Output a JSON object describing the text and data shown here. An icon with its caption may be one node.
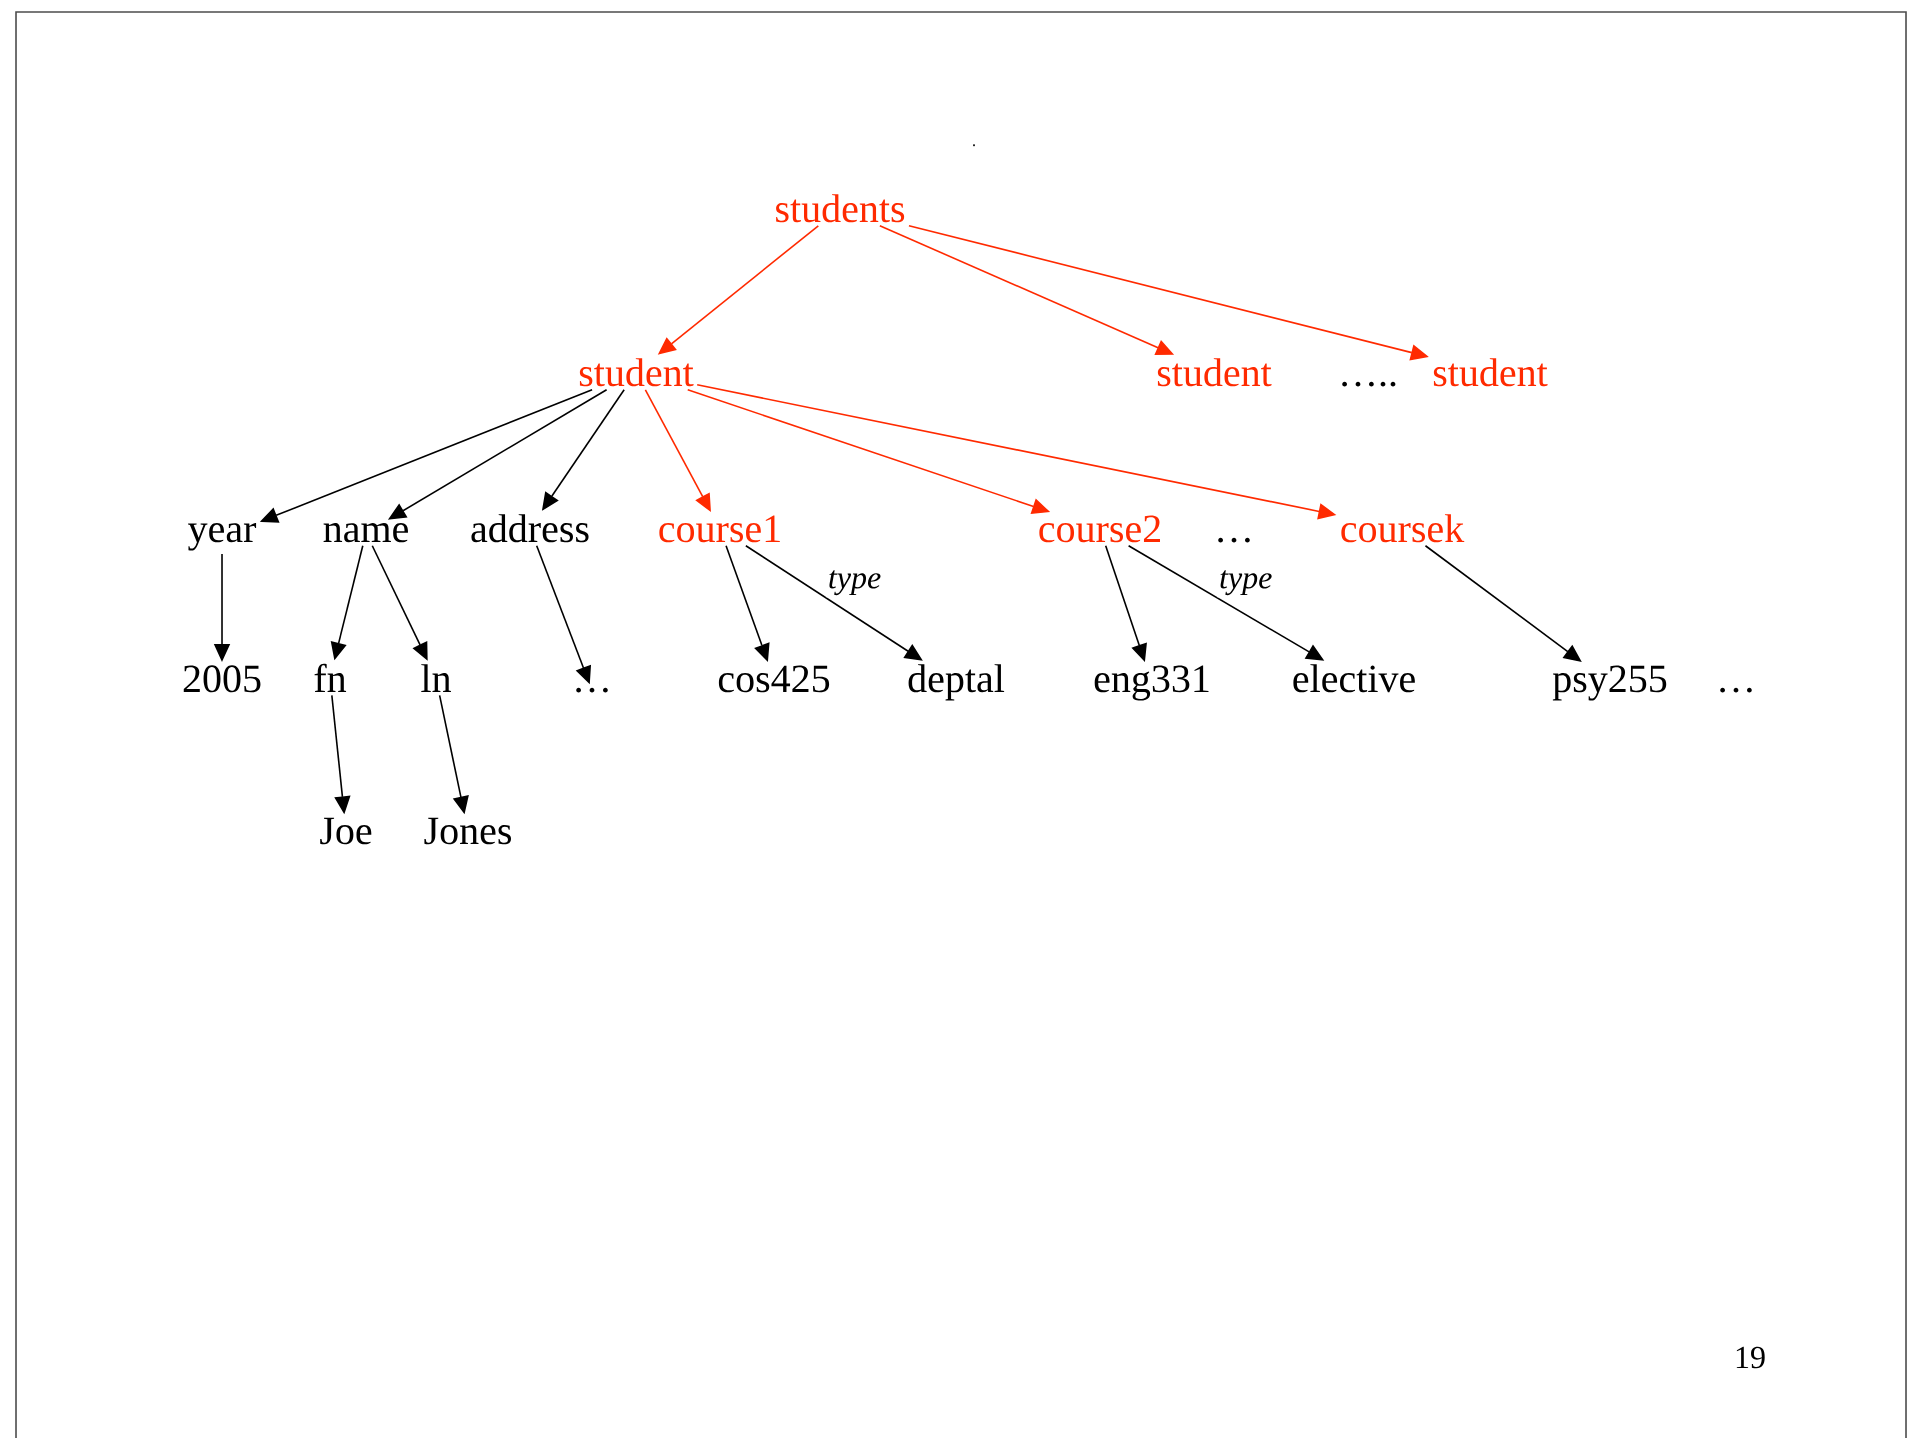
{
  "diagram": {
    "nodes": [
      {
        "text": [
          "students"
        ]
      },
      {
        "text": [
          "student"
        ]
      },
      {
        "text": [
          "student"
        ]
      },
      {
        "text": [
          "student"
        ]
      },
      {
        "text": [
          "year"
        ]
      },
      {
        "text": [
          "name"
        ]
      },
      {
        "text": [
          "address"
        ]
      },
      {
        "text": [
          "course1"
        ]
      },
      {
        "text": [
          "course2"
        ]
      },
      {
        "text": [
          "coursek"
        ]
      },
      {
        "text": [
          "2005"
        ]
      },
      {
        "text": [
          "fn"
        ]
      },
      {
        "text": [
          "ln"
        ]
      },
      {
        "text": [
          "…"
        ]
      },
      {
        "text": [
          "cos425"
        ]
      },
      {
        "text": [
          "deptal"
        ]
      },
      {
        "text": [
          "eng331"
        ]
      },
      {
        "text": [
          "elective"
        ]
      },
      {
        "text": [
          "psy255"
        ]
      },
      {
        "text": [
          "Joe"
        ]
      },
      {
        "text": [
          "Jones"
        ]
      }
    ],
    "edges": [
      {
        "from": 0,
        "to": 1,
        "arrow": "to",
        "color": "#ff2a00"
      },
      {
        "from": 0,
        "to": 2,
        "arrow": "to",
        "color": "#ff2a00"
      },
      {
        "from": 0,
        "to": 3,
        "arrow": "to",
        "color": "#ff2a00"
      },
      {
        "from": 1,
        "to": 4,
        "arrow": "to"
      },
      {
        "from": 1,
        "to": 5,
        "arrow": "to"
      },
      {
        "from": 1,
        "to": 6,
        "arrow": "to"
      },
      {
        "from": 1,
        "to": 7,
        "arrow": "to",
        "color": "#ff2a00"
      },
      {
        "from": 1,
        "to": 8,
        "arrow": "to",
        "color": "#ff2a00"
      },
      {
        "from": 1,
        "to": 9,
        "arrow": "to",
        "color": "#ff2a00"
      },
      {
        "from": 4,
        "to": 10,
        "arrow": "to"
      },
      {
        "from": 5,
        "to": 11,
        "arrow": "to"
      },
      {
        "from": 5,
        "to": 12,
        "arrow": "to"
      },
      {
        "from": 6,
        "to": 13,
        "arrow": "to"
      },
      {
        "from": 7,
        "to": 14,
        "arrow": "to"
      },
      {
        "from": 7,
        "to": 15,
        "arrow": "to",
        "label": "type"
      },
      {
        "from": 8,
        "to": 16,
        "arrow": "to"
      },
      {
        "from": 8,
        "to": 17,
        "arrow": "to",
        "label": "type"
      },
      {
        "from": 9,
        "to": 18,
        "arrow": "to"
      },
      {
        "from": 11,
        "to": 19,
        "arrow": "to"
      },
      {
        "from": 12,
        "to": 20,
        "arrow": "to"
      }
    ],
    "labels": [
      ".",
      "…..",
      "…",
      "…",
      "19"
    ]
  }
}
